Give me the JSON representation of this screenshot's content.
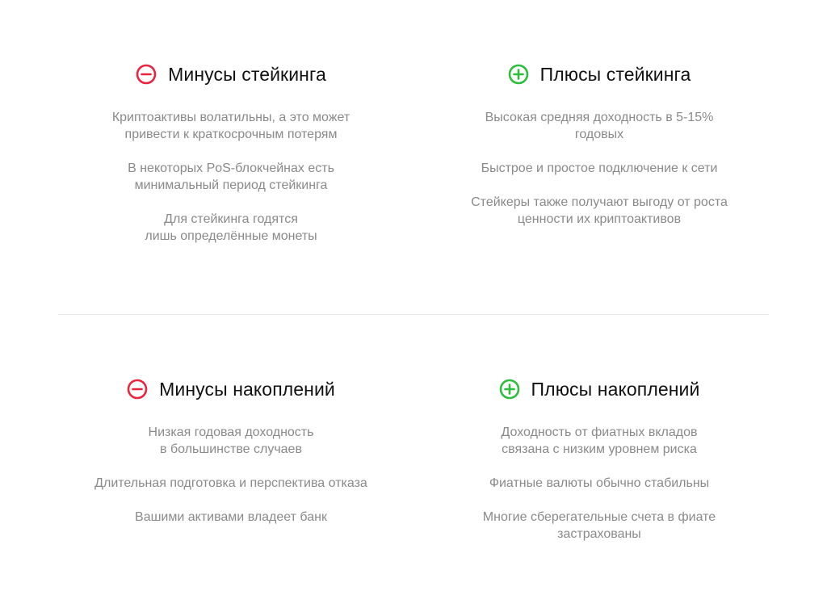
{
  "colors": {
    "minus": "#e8243f",
    "plus": "#2ebd3c",
    "text": "#8a8a8a",
    "heading": "#111111"
  },
  "sections": [
    {
      "left": {
        "icon": "minus-circle-icon",
        "title": "Минусы стейкинга",
        "items": [
          "Криптоактивы волатильны, а это может\nпривести к краткосрочным потерям",
          "В некоторых PoS-блокчейнах есть\nминимальный период стейкинга",
          "Для стейкинга годятся\nлишь определённые монеты"
        ]
      },
      "right": {
        "icon": "plus-circle-icon",
        "title": "Плюсы стейкинга",
        "items": [
          "Высокая средняя доходность в 5-15%\nгодовых",
          "Быстрое и простое подключение к сети",
          "Стейкеры также получают выгоду от роста\nценности их криптоактивов"
        ]
      }
    },
    {
      "left": {
        "icon": "minus-circle-icon",
        "title": "Минусы накоплений",
        "items": [
          "Низкая годовая доходность\nв большинстве случаев",
          "Длительная подготовка и перспектива отказа",
          "Вашими активами владеет банк"
        ]
      },
      "right": {
        "icon": "plus-circle-icon",
        "title": "Плюсы накоплений",
        "items": [
          "Доходность от фиатных вкладов\nсвязана с низким уровнем риска",
          "Фиатные валюты обычно стабильны",
          "Многие сберегательные счета в фиате\nзастрахованы"
        ]
      }
    }
  ]
}
